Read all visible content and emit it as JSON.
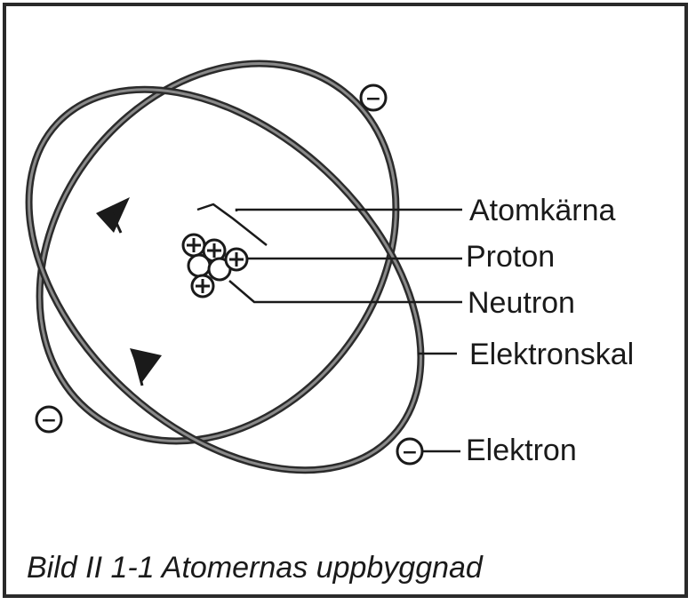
{
  "labels": {
    "nucleus": "Atomkärna",
    "proton": "Proton",
    "neutron": "Neutron",
    "shell": "Elektronskal",
    "electron": "Elektron"
  },
  "symbols": {
    "electron": "−",
    "proton": "+"
  },
  "caption": "Bild II 1-1 Atomernas uppbyggnad",
  "colors": {
    "ink": "#1a1a1a",
    "orbit": "#555555",
    "background": "#ffffff"
  }
}
